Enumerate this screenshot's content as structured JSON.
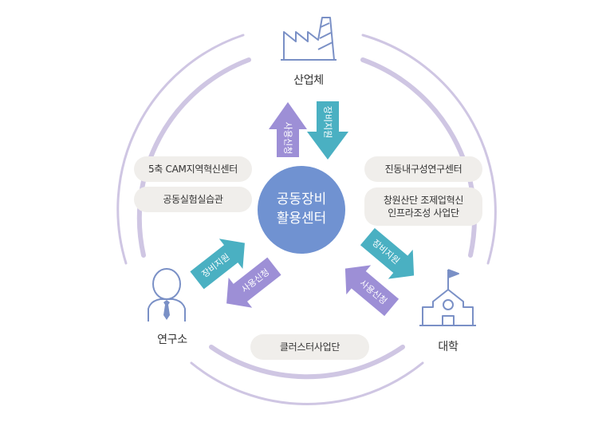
{
  "center": {
    "line1": "공동장비",
    "line2": "활용센터"
  },
  "nodes": {
    "industry": {
      "label": "산업체",
      "icon": "factory-icon"
    },
    "university": {
      "label": "대학",
      "icon": "school-icon"
    },
    "institute": {
      "label": "연구소",
      "icon": "researcher-icon"
    }
  },
  "institute_pills": [
    "5축 CAM지역혁신센터",
    "공동실험실습관"
  ],
  "industry_pills": [
    "진동내구성연구센터"
  ],
  "changwon_pill": {
    "line1": "창원산단 조제업혁신",
    "line2": "인프라조성 사업단"
  },
  "cluster_pill": "클러스터사업단",
  "arrow_labels": {
    "support": "장비지원",
    "request": "사용신청"
  },
  "colors": {
    "purple": "#9d8fd6",
    "teal": "#4ab0c2",
    "center": "#7092d1",
    "ring": "#cfc6e3",
    "icon": "#7a90c6",
    "pill": "#f0eeeb"
  }
}
